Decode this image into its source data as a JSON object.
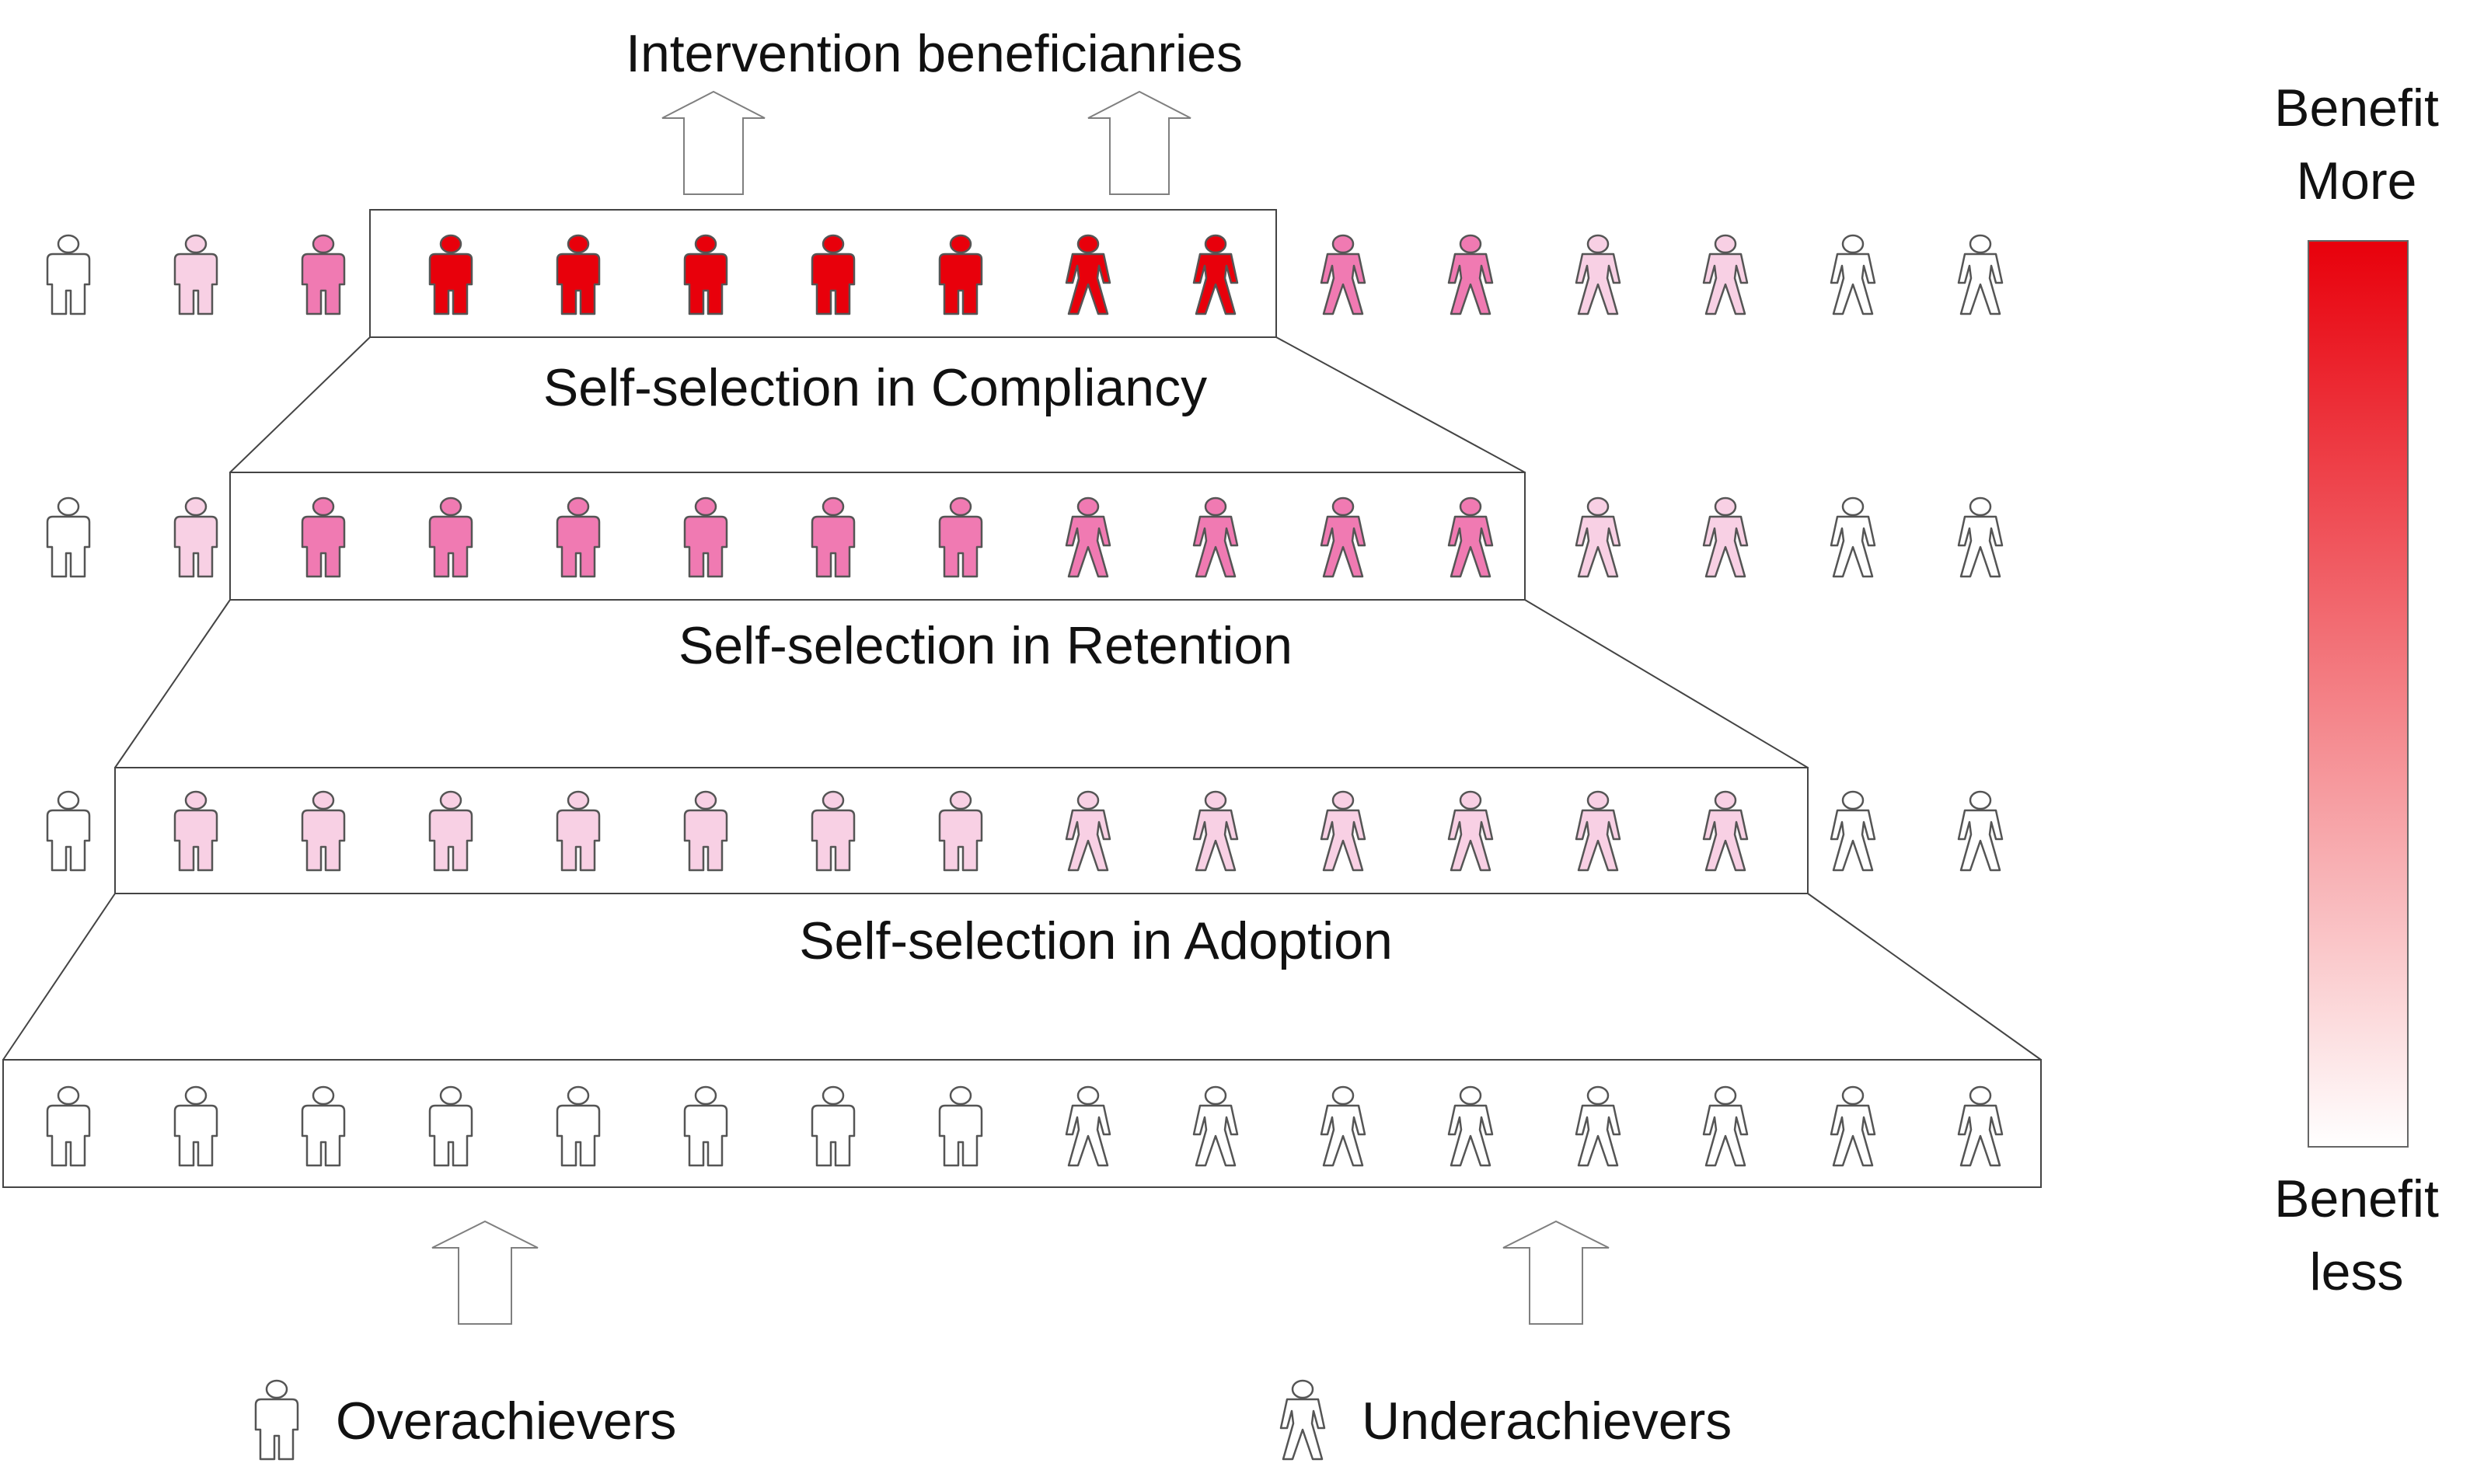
{
  "title": "Intervention beneficianries",
  "stages": [
    {
      "label": "Self-selection in Compliancy"
    },
    {
      "label": "Self-selection in Retention"
    },
    {
      "label": "Self-selection in Adoption"
    }
  ],
  "legend": {
    "overachievers_label": "Overachievers",
    "underachievers_label": "Underachievers"
  },
  "scale": {
    "top_label_line1": "Benefit",
    "top_label_line2": "More",
    "bottom_label_line1": "Benefit",
    "bottom_label_line2": "less"
  },
  "colors": {
    "level0": "#ffffff",
    "level1": "#f8d0e4",
    "level2": "#f07ab2",
    "level3": "#e8000b",
    "stroke": "#555555",
    "arrow_stroke": "#7f7f7f",
    "box_stroke": "#444444",
    "gradient_top": "#e8000b",
    "gradient_bottom": "#ffffff"
  },
  "rows": [
    {
      "name": "compliancy-row",
      "figures": [
        "over",
        "over",
        "over",
        "over",
        "over",
        "over",
        "over",
        "over",
        "under",
        "under",
        "under",
        "under",
        "under",
        "under",
        "under",
        "under"
      ],
      "levels": [
        0,
        1,
        2,
        3,
        3,
        3,
        3,
        3,
        3,
        3,
        2,
        2,
        1,
        1,
        0,
        0
      ]
    },
    {
      "name": "retention-row",
      "figures": [
        "over",
        "over",
        "over",
        "over",
        "over",
        "over",
        "over",
        "over",
        "under",
        "under",
        "under",
        "under",
        "under",
        "under",
        "under",
        "under"
      ],
      "levels": [
        0,
        1,
        2,
        2,
        2,
        2,
        2,
        2,
        2,
        2,
        2,
        2,
        1,
        1,
        0,
        0
      ]
    },
    {
      "name": "adoption-row",
      "figures": [
        "over",
        "over",
        "over",
        "over",
        "over",
        "over",
        "over",
        "over",
        "under",
        "under",
        "under",
        "under",
        "under",
        "under",
        "under",
        "under"
      ],
      "levels": [
        0,
        1,
        1,
        1,
        1,
        1,
        1,
        1,
        1,
        1,
        1,
        1,
        1,
        1,
        0,
        0
      ]
    },
    {
      "name": "population-row",
      "figures": [
        "over",
        "over",
        "over",
        "over",
        "over",
        "over",
        "over",
        "over",
        "under",
        "under",
        "under",
        "under",
        "under",
        "under",
        "under",
        "under"
      ],
      "levels": [
        0,
        0,
        0,
        0,
        0,
        0,
        0,
        0,
        0,
        0,
        0,
        0,
        0,
        0,
        0,
        0
      ]
    }
  ]
}
